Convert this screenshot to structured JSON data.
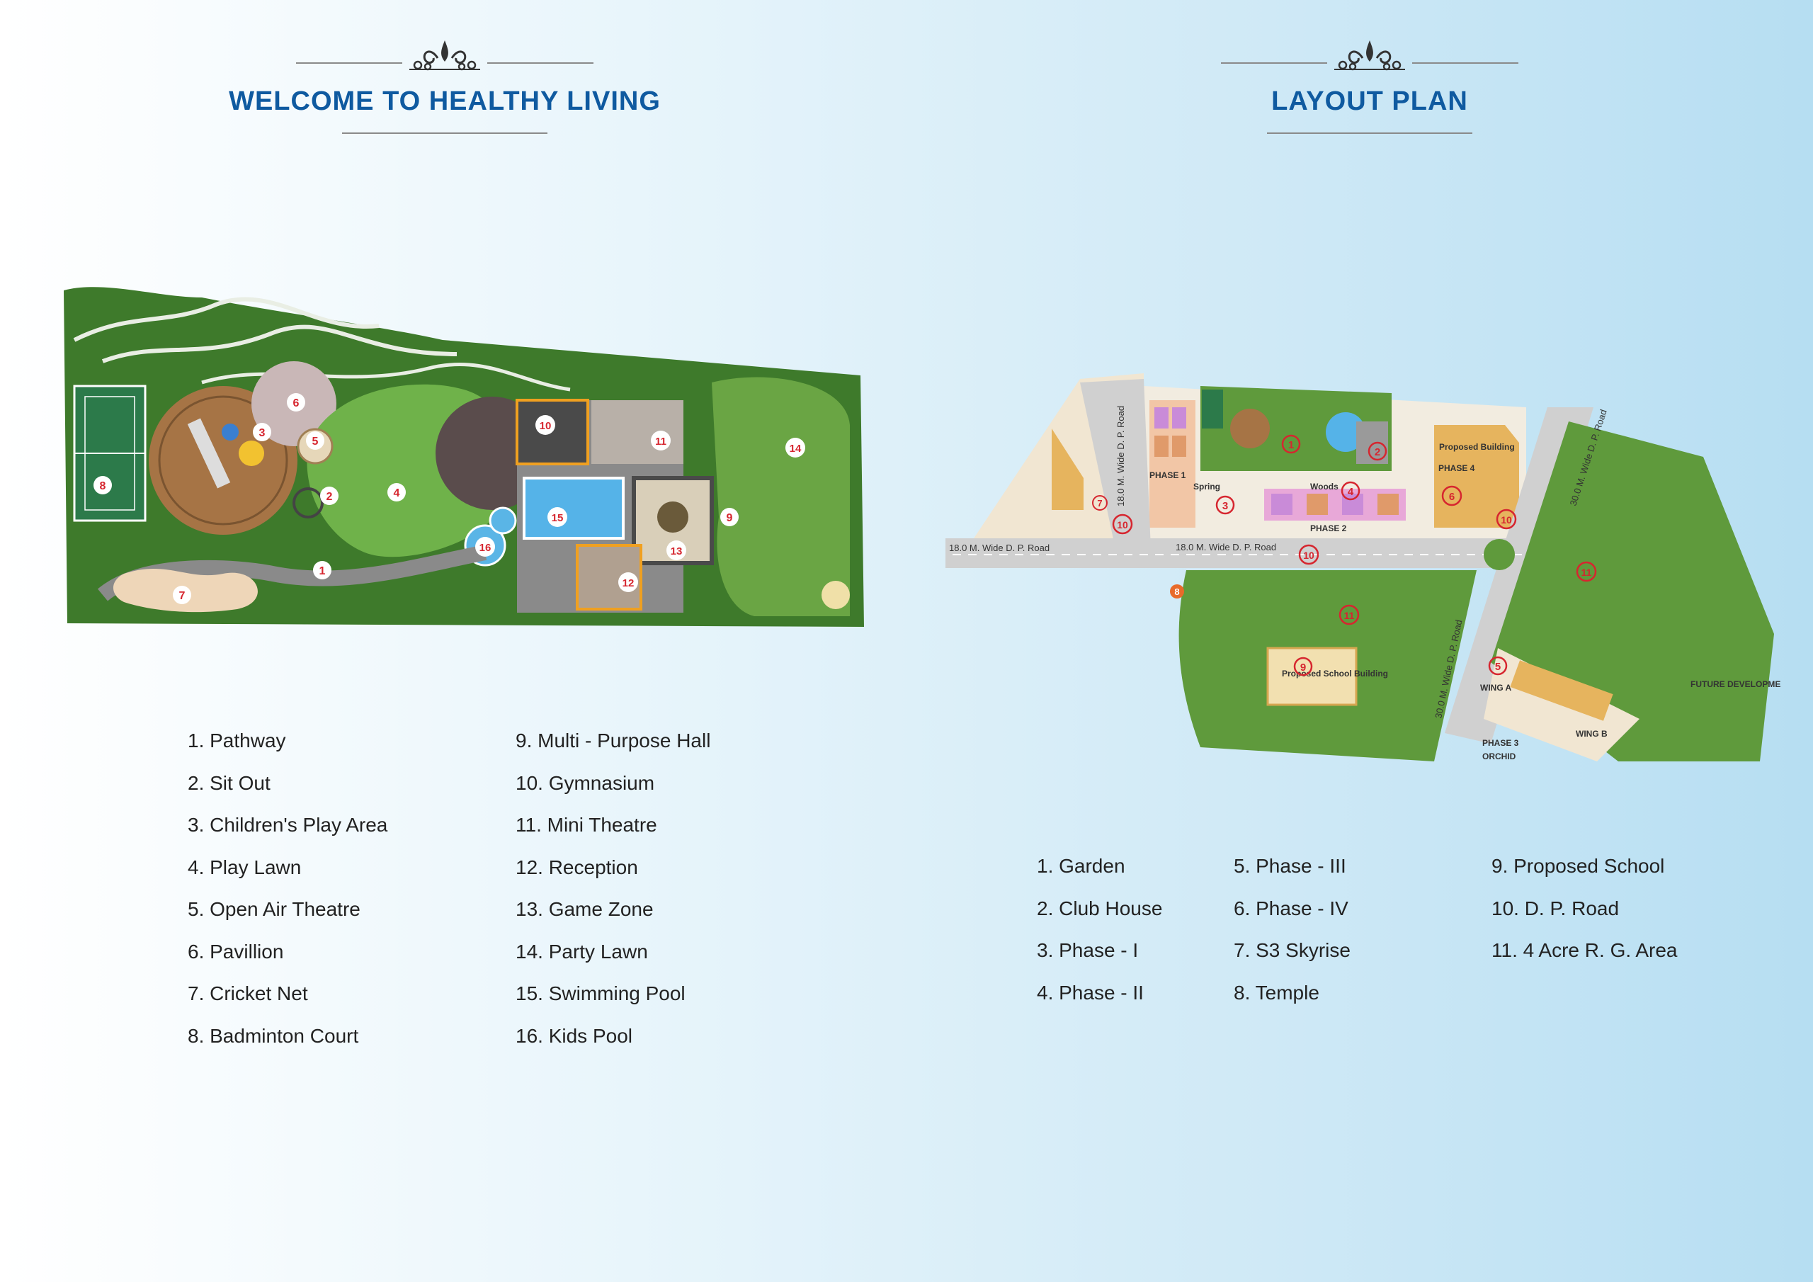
{
  "left_section": {
    "title": "WELCOME TO HEALTHY LIVING",
    "legend_col1": [
      "1. Pathway",
      "2. Sit Out",
      "3. Children's Play Area",
      "4. Play Lawn",
      "5. Open Air Theatre",
      "6. Pavillion",
      "7. Cricket Net",
      "8. Badminton Court"
    ],
    "legend_col2": [
      "9. Multi - Purpose Hall",
      "10. Gymnasium",
      "11. Mini Theatre",
      "12. Reception",
      "13. Game Zone",
      "14. Party Lawn",
      "15. Swimming Pool",
      "16. Kids Pool"
    ]
  },
  "right_section": {
    "title": "LAYOUT PLAN",
    "legend_col1": [
      "1. Garden",
      "2. Club House",
      "3. Phase - I",
      "4. Phase - II"
    ],
    "legend_col2": [
      "5. Phase - III",
      "6. Phase - IV",
      "7. S3 Skyrise",
      "8. Temple"
    ],
    "legend_col3": [
      "9. Proposed School",
      "10. D. P. Road",
      "11. 4 Acre R. G. Area"
    ]
  },
  "master_plan_markers": [
    "1",
    "2",
    "3",
    "4",
    "5",
    "6",
    "7",
    "8",
    "9",
    "10",
    "11",
    "12",
    "13",
    "14",
    "15",
    "16"
  ],
  "layout_plan_markers": [
    "1",
    "2",
    "3",
    "4",
    "5",
    "6",
    "7",
    "8",
    "9",
    "10",
    "11"
  ],
  "layout_plan_labels": {
    "road_18_left": "18.0 M. Wide D. P. Road",
    "road_18_mid": "18.0 M. Wide D. P. Road",
    "road_18_vert": "18.0 M. Wide D. P. Road",
    "road_30_a": "30.0 M. Wide D. P. Road",
    "road_30_b": "30.0 M. Wide D. P. Road",
    "phase1": "PHASE 1",
    "phase2": "PHASE 2",
    "phase3": "PHASE 3",
    "phase3_name": "ORCHID",
    "phase4": "PHASE 4",
    "spring": "Spring",
    "woods": "Woods",
    "proposed_building": "Proposed Building",
    "proposed_school": "Proposed School Building",
    "wing_a": "WING A",
    "wing_b": "WING B",
    "future_dev": "FUTURE DEVELOPMENT"
  },
  "colors": {
    "heading": "#0f5aa0",
    "marker_red": "#d6262f",
    "lawn": "#5f9a3c",
    "road": "#d0d0d0"
  }
}
